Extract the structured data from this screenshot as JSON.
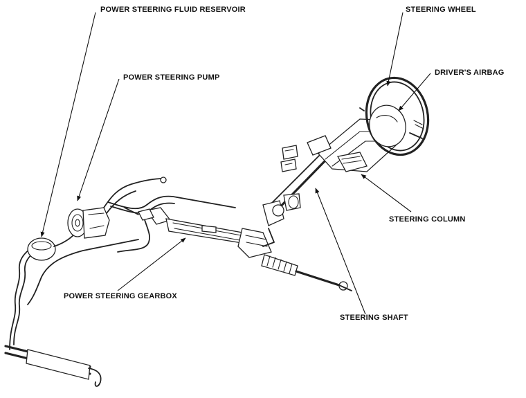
{
  "labels": {
    "reservoir": "POWER STEERING FLUID RESERVOIR",
    "pump": "POWER STEERING PUMP",
    "gearbox": "POWER STEERING GEARBOX",
    "wheel": "STEERING WHEEL",
    "airbag": "DRIVER'S AIRBAG",
    "column": "STEERING COLUMN",
    "shaft": "STEERING SHAFT"
  }
}
